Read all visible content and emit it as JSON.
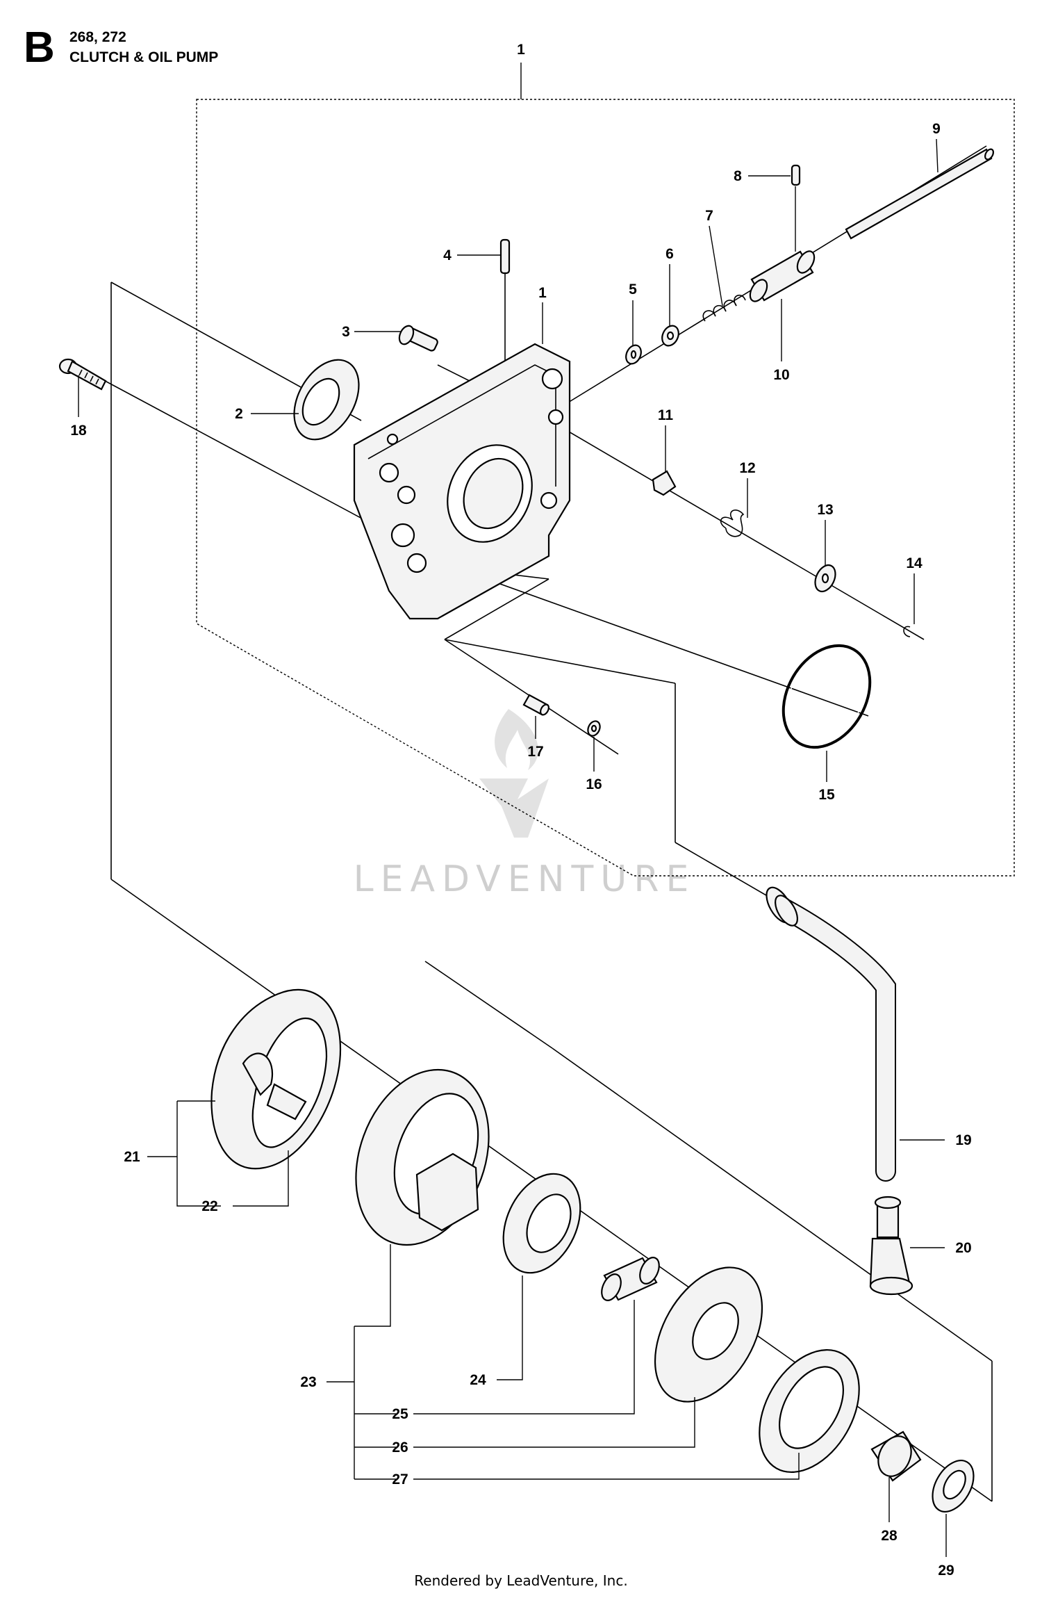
{
  "header": {
    "section_letter": "B",
    "models": "268, 272",
    "title": "CLUTCH & OIL PUMP"
  },
  "watermark": "LEADVENTURE",
  "footer": "Rendered by LeadVenture, Inc.",
  "callouts": [
    "1",
    "1",
    "2",
    "3",
    "4",
    "5",
    "6",
    "7",
    "8",
    "9",
    "10",
    "11",
    "12",
    "13",
    "14",
    "15",
    "16",
    "17",
    "18",
    "19",
    "20",
    "21",
    "22",
    "23",
    "24",
    "25",
    "26",
    "27",
    "28",
    "29"
  ]
}
